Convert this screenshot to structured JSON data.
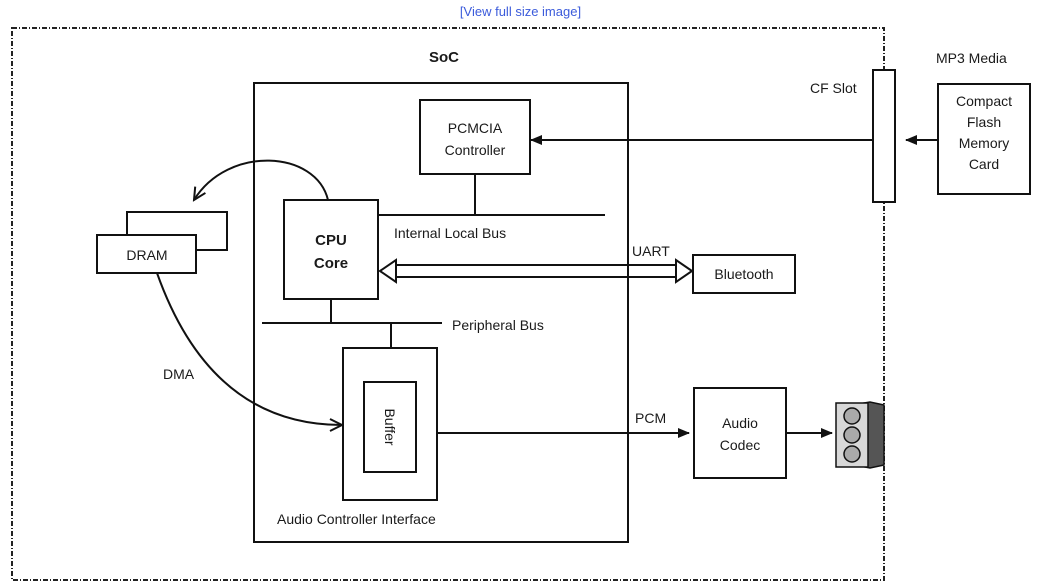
{
  "header": {
    "view_full_size": "[View full size image]"
  },
  "diagram": {
    "soc_label": "SoC",
    "cpu_line1": "CPU",
    "cpu_line2": "Core",
    "pcmcia_line1": "PCMCIA",
    "pcmcia_line2": "Controller",
    "internal_bus": "Internal Local Bus",
    "peripheral_bus": "Peripheral Bus",
    "dram": "DRAM",
    "dma": "DMA",
    "buffer": "Buffer",
    "audio_ctrl": "Audio Controller Interface",
    "uart": "UART",
    "bluetooth": "Bluetooth",
    "pcm": "PCM",
    "codec_line1": "Audio",
    "codec_line2": "Codec",
    "cf_slot": "CF Slot",
    "mp3_media": "MP3 Media",
    "cf_card_lines": [
      "Compact",
      "Flash",
      "Memory",
      "Card"
    ]
  }
}
